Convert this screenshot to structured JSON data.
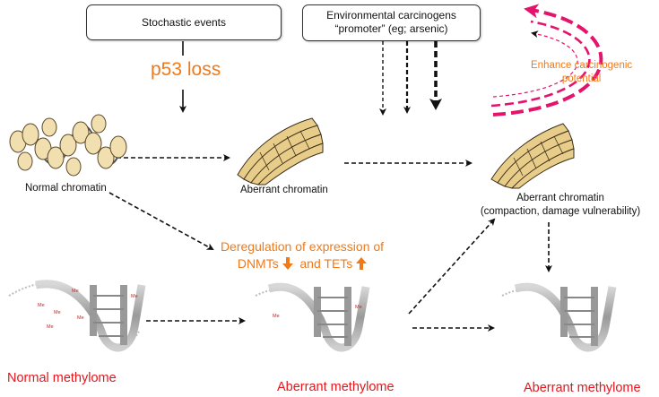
{
  "boxes": {
    "stochastic": "Stochastic events",
    "env_line1": "Environmental carcinogens",
    "env_line2": "“promoter” (eg; arsenic)"
  },
  "p53_loss": "p53 loss",
  "enhance": {
    "line1": "Enhance carcinogenic",
    "line2": "potential"
  },
  "chromatin": {
    "normal": "Normal chromatin",
    "aberrant_mid": "Aberrant chromatin",
    "aberrant_right_line1": "Aberrant chromatin",
    "aberrant_right_line2": "(compaction, damage vulnerability)"
  },
  "deregulation": {
    "line1": "Deregulation of expression of",
    "dnmts": "DNMTs",
    "tets": "and TETs"
  },
  "methylome": {
    "normal": "Normal methylome",
    "aberrant_mid": "Aberrant methylome",
    "aberrant_right": "Aberrant methylome"
  },
  "dna_marks": {
    "me": "Me"
  },
  "colors": {
    "orange": "#f07a1a",
    "red": "#e8141c",
    "magenta": "#e4146c",
    "arrow": "#111111"
  }
}
